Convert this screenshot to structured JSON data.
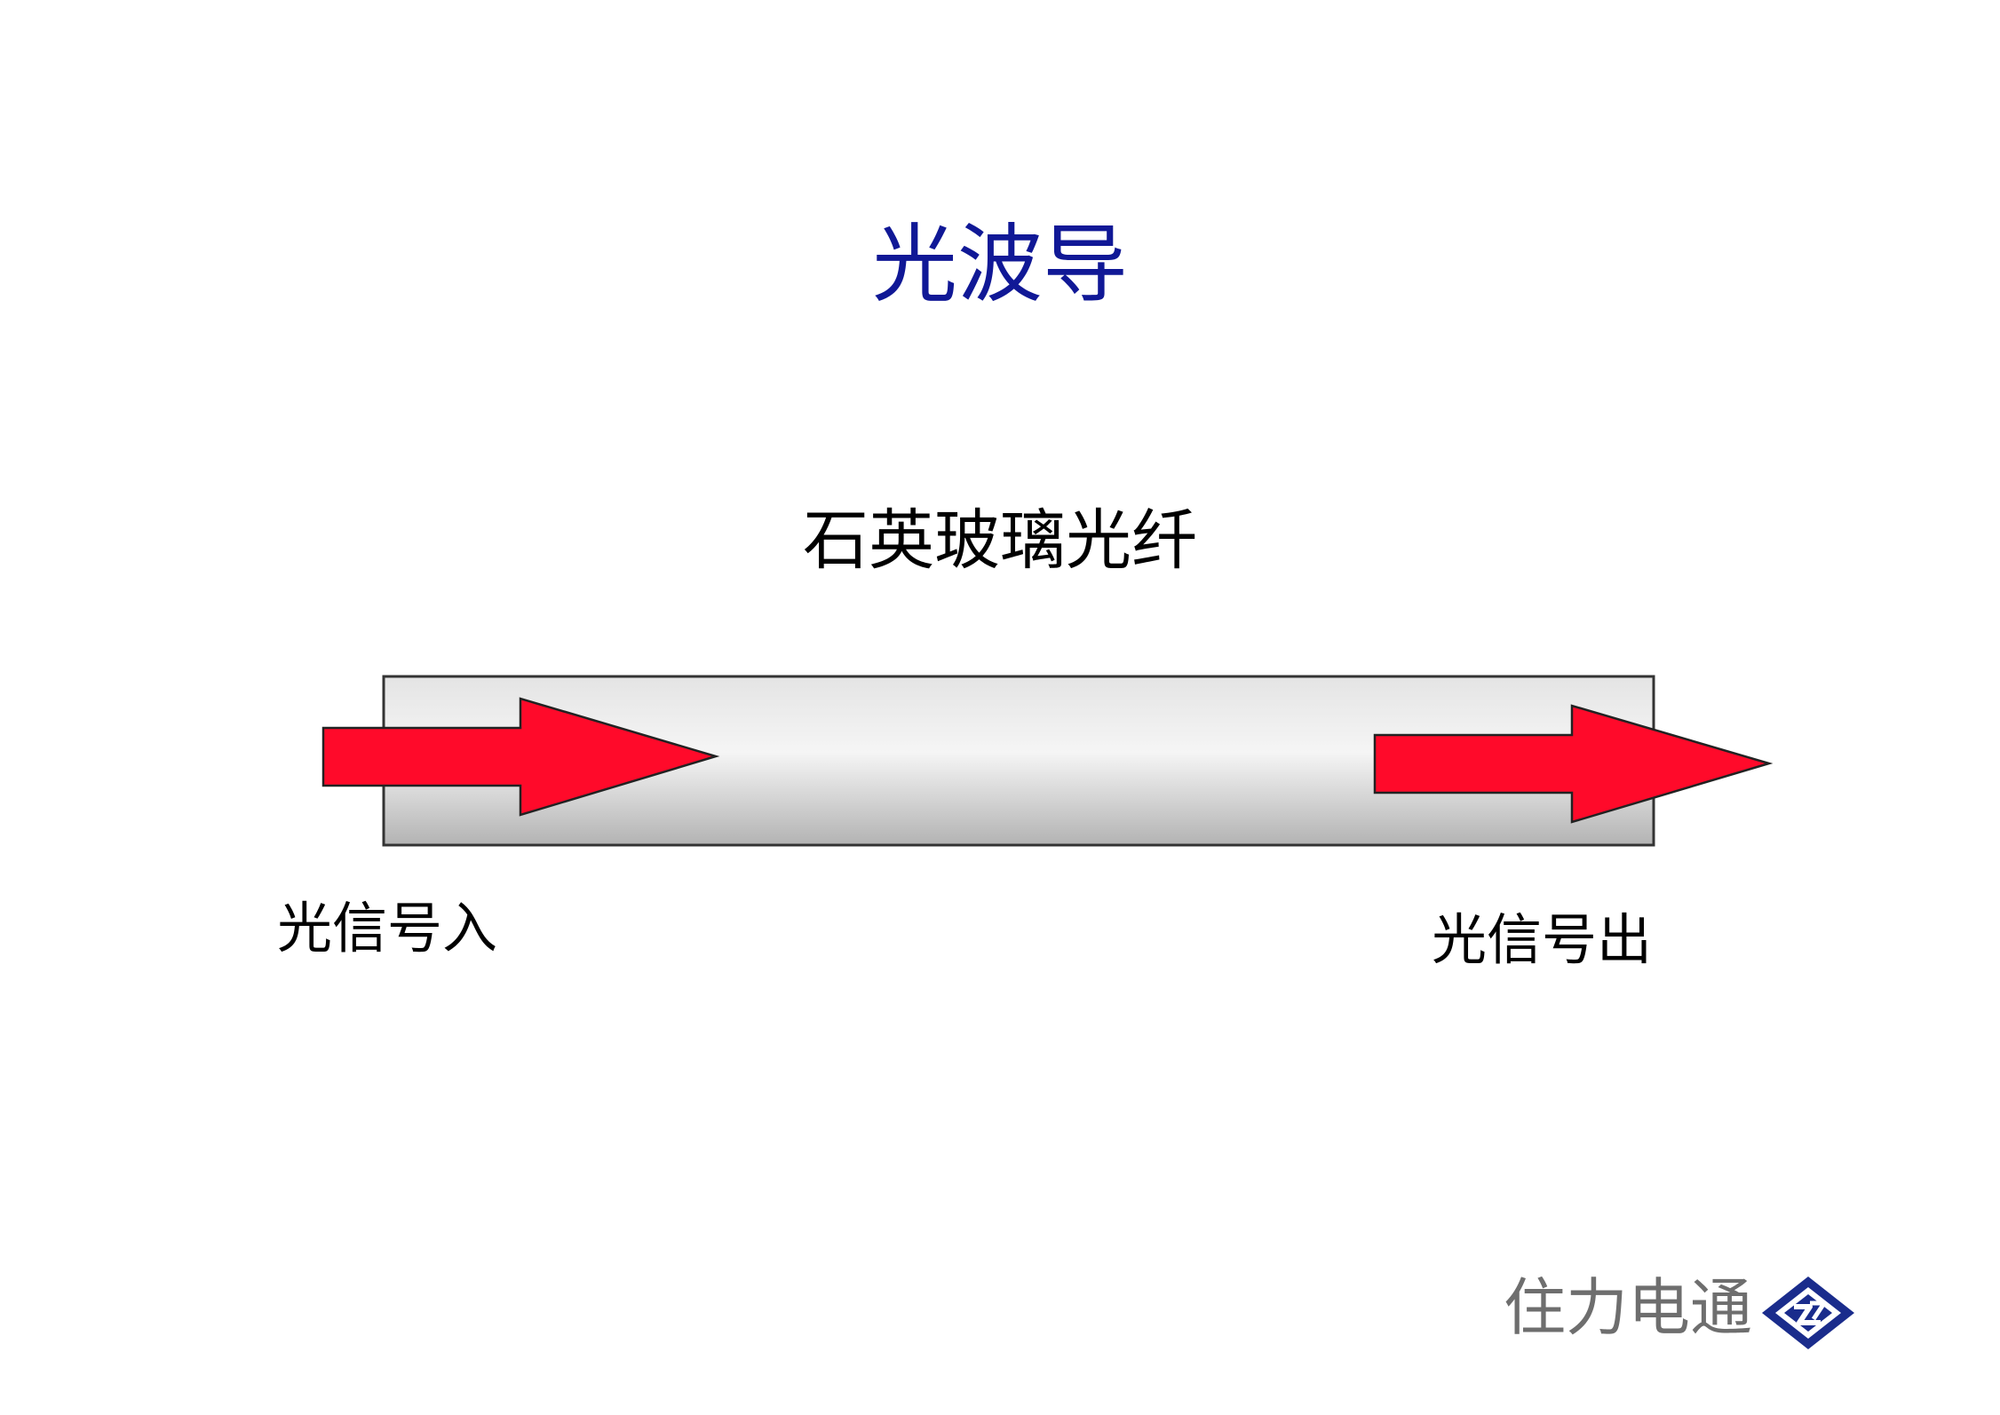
{
  "slide": {
    "title": "光波导",
    "fiber_label": "石英玻璃光纤",
    "input_label": "光信号入",
    "output_label": "光信号出"
  },
  "footer": {
    "company_name": "住力电通",
    "logo_icon": "diamond-logo-icon"
  },
  "colors": {
    "title": "#101896",
    "arrow_fill": "#ff0a2a",
    "fiber_light": "#f2f2f2",
    "fiber_dark": "#b3b3b3",
    "logo": "#1a2c8c",
    "company_text": "#6e6e6e"
  }
}
